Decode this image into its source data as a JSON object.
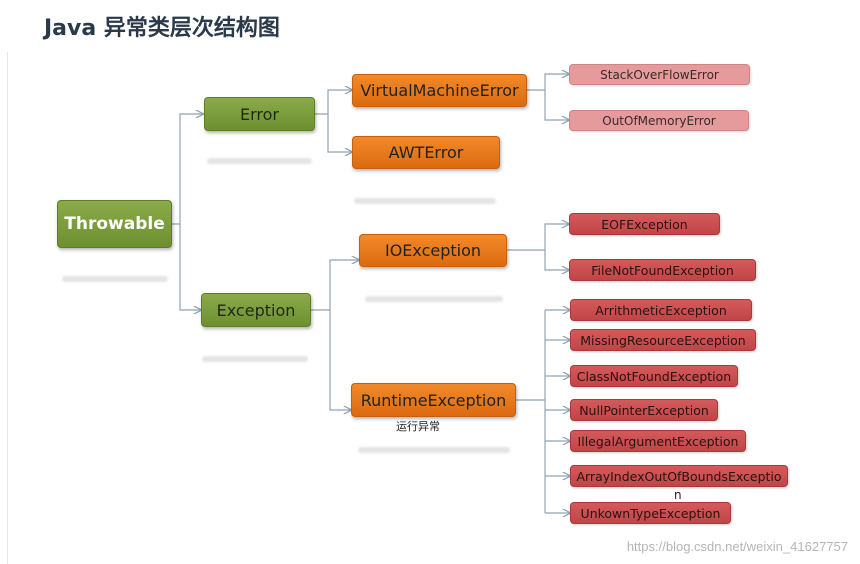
{
  "title": "Java 异常类层次结构图",
  "nodes": {
    "throwable": "Throwable",
    "error": "Error",
    "exception": "Exception",
    "virtual_machine_error": "VirtualMachineError",
    "awt_error": "AWTError",
    "stack_overflow_error": "StackOverFlowError",
    "out_of_memory_error": "OutOfMemoryError",
    "io_exception": "IOException",
    "runtime_exception": "RuntimeException",
    "eof_exception": "EOFException",
    "file_not_found_exception": "FileNotFoundException",
    "arrithmetic_exception": "ArrithmeticException",
    "missing_resource_exception": "MissingResourceException",
    "class_not_found_exception": "ClassNotFoundException",
    "null_pointer_exception": "NullPointerException",
    "illegal_argument_exception": "IllegalArgumentException",
    "array_index_out_of_bounds_exception": "ArrayIndexOutOfBoundsExceptio",
    "array_index_wrap": "n",
    "unkown_type_exception": "UnkownTypeException"
  },
  "annotations": {
    "runtime_note": "运行异常"
  },
  "watermark": "https://blog.csdn.net/weixin_41627757",
  "colors": {
    "green": "#7a9a3c",
    "orange": "#e8781c",
    "pink": "#e59a9c",
    "red": "#c94e50",
    "connector": "#8fa3b3"
  }
}
